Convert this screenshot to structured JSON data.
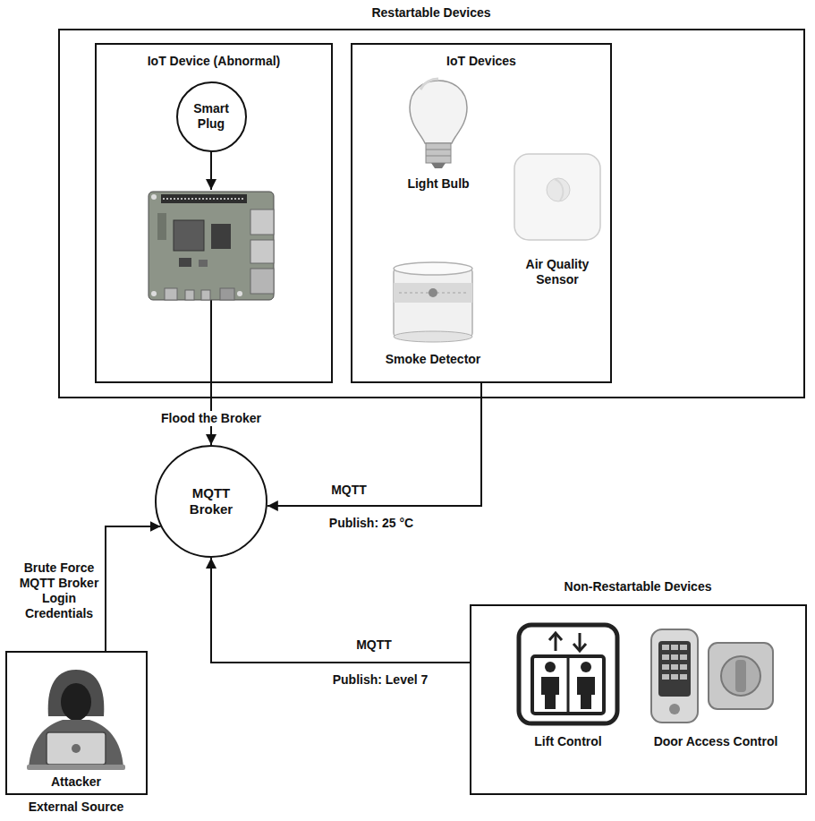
{
  "diagram": {
    "nodes": [
      {
        "text": [
          "Restartable Devices"
        ]
      },
      {
        "text": [
          "IoT Device (Abnormal)"
        ],
        "in": 0
      },
      {
        "text": [
          "Smart Plug"
        ],
        "in": 1
      },
      {
        "text": [
          "IoT Devices",
          "Light Bulb",
          "Air Quality Sensor",
          "Smoke Detector"
        ],
        "in": 0
      },
      {
        "text": [
          "MQTT Broker"
        ]
      },
      {
        "text": [
          "Non-Restartable Devices",
          "Lift Control",
          "Door Access Control"
        ]
      },
      {
        "text": [
          "Attacker",
          "External Source"
        ]
      }
    ],
    "edges": [
      {
        "from": 1,
        "to": 4,
        "label": "Flood the Broker",
        "arrow": "to"
      },
      {
        "from": 3,
        "to": 4,
        "label": "MQTT",
        "arrow": "to"
      },
      {
        "from": 5,
        "to": 4,
        "label": "MQTT",
        "arrow": "to"
      },
      {
        "from": 6,
        "to": 4,
        "label": "Brute Force MQTT Broker Login Credentials",
        "arrow": "to"
      }
    ],
    "labels": [
      "Publish: 25 °C",
      "Publish: Level 7"
    ]
  }
}
